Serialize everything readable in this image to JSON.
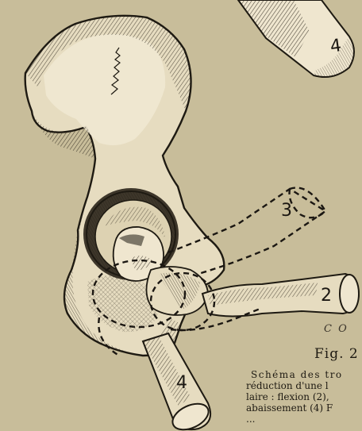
{
  "figure": {
    "labels": {
      "top_shaft": "4",
      "position_3": "3",
      "position_2": "2",
      "bottom_shaft": "4"
    },
    "signature": "C O",
    "caption": "Fig. 2",
    "legend_lines": [
      "Schéma des tro",
      "réduction d'une l",
      "laire : flexion (2), ",
      "abaissement (4) F",
      "..."
    ]
  },
  "palette": {
    "paper": "#c8bd9a",
    "ink": "#1e1a12",
    "bone_light": "#e6dcc0",
    "shaft_light": "#efe6cf"
  }
}
